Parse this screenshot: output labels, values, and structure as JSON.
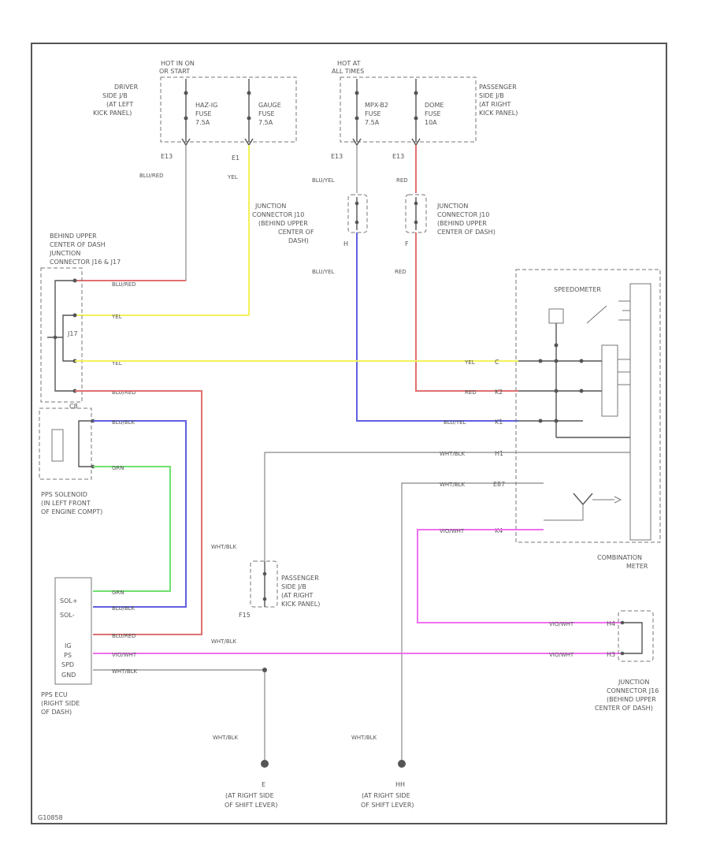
{
  "colors": {
    "yel": "#f2f25c",
    "red": "#e07070",
    "pink": "#f070f0",
    "blue": "#6060e0",
    "green": "#70e070",
    "black": "#555555",
    "gray": "#999999"
  },
  "top_fuse_left": {
    "header": [
      "HOT IN ON",
      "OR START"
    ],
    "box_label": [
      "DRIVER",
      "SIDE J/B",
      "(AT LEFT",
      "KICK PANEL)"
    ],
    "fuse1": [
      "HAZ-IG",
      "FUSE",
      "7.5A"
    ],
    "fuse2": [
      "GAUGE",
      "FUSE",
      "7.5A"
    ],
    "pin1": "E13",
    "pin2": "E1"
  },
  "top_fuse_right": {
    "header": [
      "HOT AT",
      "ALL TIMES"
    ],
    "box_label": [
      "PASSENGER",
      "SIDE J/B",
      "(AT RIGHT",
      "KICK PANEL)"
    ],
    "fuse1": [
      "MPX-B2",
      "FUSE",
      "7.5A"
    ],
    "fuse2": [
      "DOME",
      "FUSE",
      "10A"
    ],
    "pin1": "E13",
    "pin2": "E13"
  },
  "wire_labels": {
    "blured_top": "BLU/RED",
    "yel_top": "YEL",
    "bluyel_top": "BLU/YEL",
    "red_top": "RED",
    "bluyel_mid": "BLU/YEL",
    "red_mid": "RED",
    "blured_j1": "BLU/RED",
    "yel_j2": "YEL",
    "yel_j3": "YEL",
    "blured_j4": "BLU/RED",
    "yel_meter": "YEL",
    "red_meter": "RED",
    "bluyel_meter": "BLU/YEL",
    "whtblk_m4": "WHT/BLK",
    "whtblk_m5": "WHT/BLK",
    "vioblk_m6": "VIO/WHT",
    "blublk_sol": "BLU/BLK",
    "grn_sol": "GRN",
    "grn_ecu": "GRN",
    "blublk_ecu": "BLU/BLK",
    "blured_ecu": "BLU/RED",
    "vio_ecu": "VIO/WHT",
    "whtblk_ecu": "WHT/BLK",
    "whtblk_j": "WHT/BLK",
    "whtblk_side": "WHT/BLK",
    "vio_jr1": "VIO/WHT",
    "vio_jr2": "VIO/WHT",
    "whtblk_gnd1": "WHT/BLK",
    "whtblk_gnd2": "WHT/BLK"
  },
  "junction_left": {
    "label": [
      "BEHIND UPPER",
      "CENTER OF DASH",
      "JUNCTION",
      "CONNECTOR J16 & J17"
    ],
    "j17": "J17"
  },
  "junction_mid1": {
    "label": [
      "JUNCTION",
      "CONNECTOR J10",
      "(BEHIND UPPER",
      "CENTER OF",
      "DASH)"
    ],
    "pin": "H"
  },
  "junction_mid2": {
    "label": [
      "JUNCTION",
      "CONNECTOR J10",
      "(BEHIND UPPER",
      "CENTER OF DASH)"
    ],
    "pin": "F"
  },
  "meter": {
    "speedometer": "SPEEDOMETER",
    "label": [
      "COMBINATION",
      "METER"
    ],
    "pins": [
      "C",
      "K2",
      "K1",
      "H1",
      "E87",
      "K4"
    ]
  },
  "solenoid": {
    "pin_top": "C8",
    "label": [
      "PPS SOLENOID",
      "(IN LEFT FRONT",
      "OF ENGINE COMPT)"
    ]
  },
  "ecu": {
    "pins": [
      "SOL+",
      "SOL-",
      "IG",
      "PS",
      "SPD",
      "GND"
    ],
    "label": [
      "PPS ECU",
      "(RIGHT SIDE",
      "OF DASH)"
    ]
  },
  "passenger_jb": {
    "label": [
      "PASSENGER",
      "SIDE J/B",
      "(AT RIGHT",
      "KICK PANEL)"
    ],
    "pin": "F15"
  },
  "junction_right": {
    "label": [
      "JUNCTION",
      "CONNECTOR J16",
      "(BEHIND UPPER",
      "CENTER OF DASH)"
    ],
    "pins": [
      "H4",
      "H3"
    ]
  },
  "grounds": {
    "g1": [
      "E",
      "(AT RIGHT SIDE",
      "OF SHIFT LEVER)"
    ],
    "g2": [
      "HH",
      "(AT RIGHT SIDE",
      "OF SHIFT LEVER)"
    ]
  },
  "footer_code": "G10858"
}
